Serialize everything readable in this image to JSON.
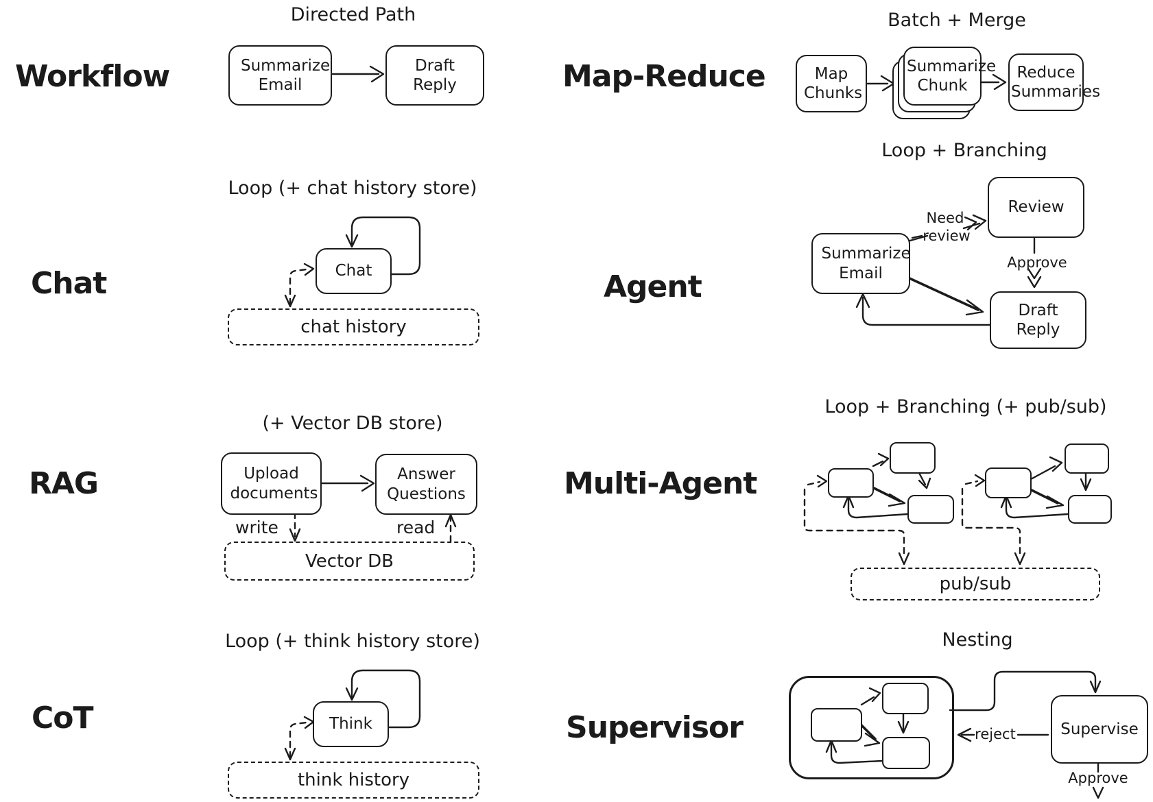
{
  "colors": {
    "ink": "#1b1b1b",
    "background": "#ffffff"
  },
  "sections": {
    "workflow": {
      "label": "Workflow",
      "title": "Directed Path",
      "node_summarize": "Summarize Email",
      "node_draft": "Draft Reply"
    },
    "map_reduce": {
      "label": "Map-Reduce",
      "title": "Batch + Merge",
      "node_map": "Map Chunks",
      "node_summarize_chunk": "Summarize Chunk",
      "node_reduce": "Reduce Summaries"
    },
    "chat": {
      "label": "Chat",
      "title": "Loop (+ chat history store)",
      "node_chat": "Chat",
      "store": "chat history"
    },
    "agent": {
      "label": "Agent",
      "title": "Loop + Branching",
      "node_summarize": "Summarize Email",
      "node_review": "Review",
      "node_draft": "Draft Reply",
      "edge_need_line1": "Need",
      "edge_need_line2": "review",
      "edge_approve": "Approve"
    },
    "rag": {
      "label": "RAG",
      "title": "(+ Vector DB store)",
      "node_upload": "Upload documents",
      "node_answer": "Answer Questions",
      "edge_write": "write",
      "edge_read": "read",
      "store": "Vector DB"
    },
    "multi_agent": {
      "label": "Multi-Agent",
      "title": "Loop + Branching (+ pub/sub)",
      "store": "pub/sub"
    },
    "cot": {
      "label": "CoT",
      "title": "Loop (+ think history store)",
      "node_think": "Think",
      "store": "think history"
    },
    "supervisor": {
      "label": "Supervisor",
      "title": "Nesting",
      "node_supervise": "Supervise",
      "edge_reject": "reject",
      "edge_approve": "Approve"
    }
  }
}
